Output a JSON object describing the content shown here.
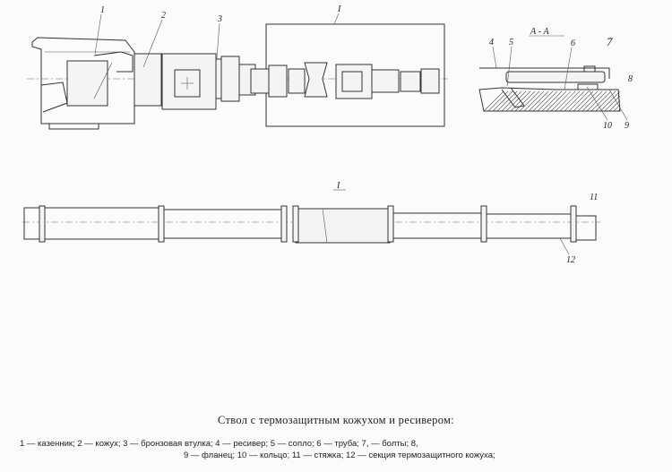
{
  "figure": {
    "title": "Ствол с термозащитным кожухом и ресивером:",
    "legend_line1": "1 — казенник;  2 — кожух;  3 — бронзовая втулка;  4 — ресивер;  5 — сопло;  6 — труба;  7,     — болты;  8,",
    "legend_line2": "9 — фланец;  10 — кольцо;  11 — стяжка;  12 — секция термозащитного кожуха;"
  },
  "top_view": {
    "labels": {
      "breech": "1",
      "jacket": "2",
      "sleeve": "3",
      "detail": "I"
    }
  },
  "section": {
    "title": "А - А",
    "labels": {
      "receiver": "4",
      "nozzle": "5",
      "tube": "6",
      "bolts": "7",
      "bolts2": "8",
      "flange": "9",
      "ring": "10"
    }
  },
  "detail_view": {
    "title": "I",
    "labels": {
      "tie": "11",
      "shroud_section": "12"
    }
  }
}
